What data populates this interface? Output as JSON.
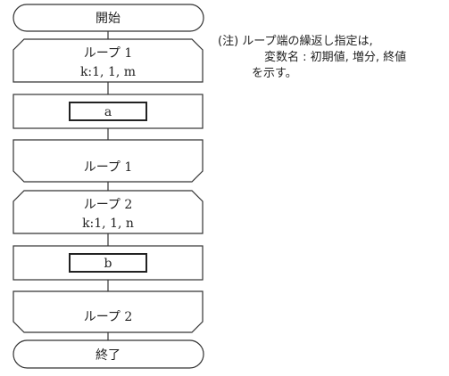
{
  "start_label": "開始",
  "end_label": "終了",
  "loop1_start": {
    "label": "ループ 1",
    "var": "k",
    "params": ":1,  1,  ",
    "limit": "m"
  },
  "process_a": "a",
  "loop1_end": "ループ 1",
  "loop2_start": {
    "label": "ループ 2",
    "var": "k",
    "params": ":1,  1,  ",
    "limit": "n"
  },
  "process_b": "b",
  "loop2_end": "ループ 2",
  "note": {
    "line1": "(注) ループ端の繰返し指定は,",
    "line2": "変数名 : 初期値,  増分,  終値",
    "line3": "を示す。"
  }
}
